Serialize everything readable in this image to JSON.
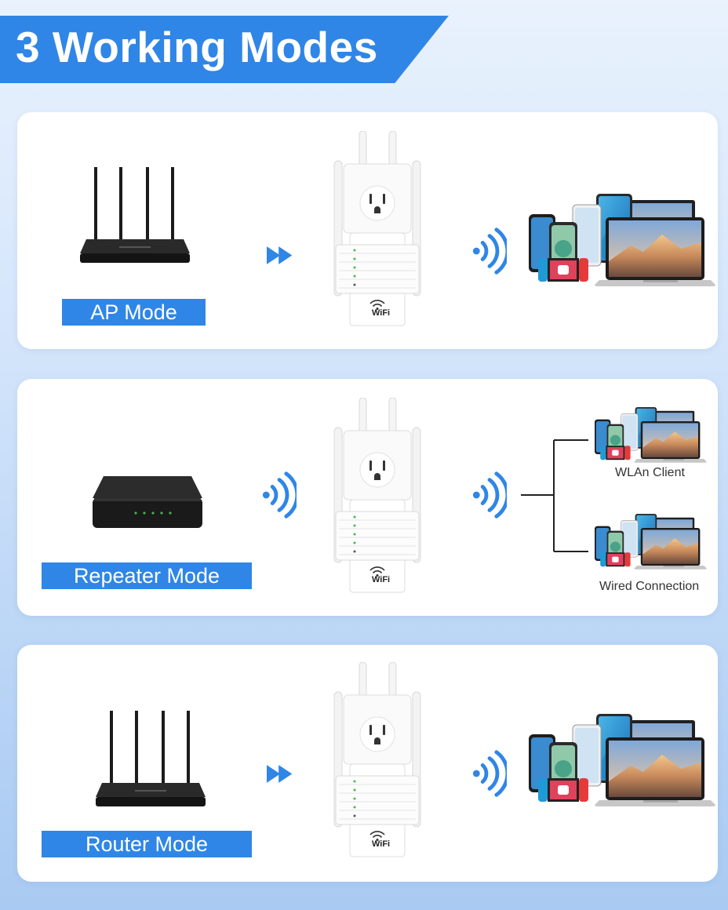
{
  "header": {
    "title": "3 Working Modes"
  },
  "modes": [
    {
      "label": "AP Mode"
    },
    {
      "label": "Repeater Mode",
      "outputs": [
        "WLAn Client",
        "Wired Connection"
      ]
    },
    {
      "label": "Router Mode"
    }
  ],
  "device": {
    "badge": "WiFi"
  },
  "colors": {
    "accent": "#2f86e6",
    "signal": "#2f86e6"
  }
}
